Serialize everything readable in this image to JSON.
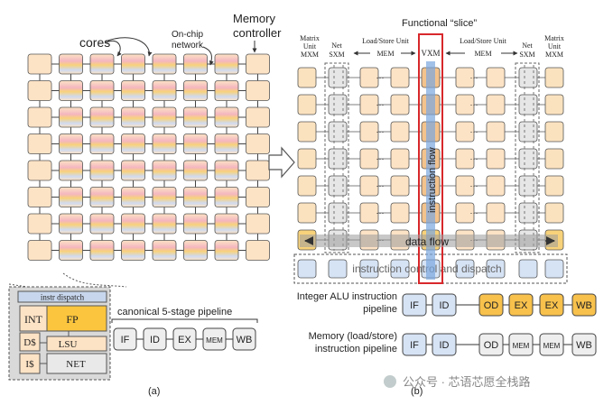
{
  "left": {
    "label_cores": "cores",
    "label_network_1": "On-chip",
    "label_network_2": "network",
    "label_memory_1": "Memory",
    "label_memory_2": "controller",
    "core_detail": {
      "header": "instr dispatch",
      "int": "INT",
      "fp": "FP",
      "dcache": "D$",
      "lsu": "LSU",
      "icache": "I$",
      "net": "NET"
    },
    "pipeline_title": "canonical 5-stage pipeline",
    "pipeline_stages": [
      "IF",
      "ID",
      "EX",
      "MEM",
      "WB"
    ],
    "caption": "(a)"
  },
  "right": {
    "slice_title": "Functional “slice”",
    "headers": {
      "mxm_left_1": "Matrix",
      "mxm_left_2": "Unit",
      "mxm_left_3": "MXM",
      "sxm_left_1": "Net",
      "sxm_left_2": "SXM",
      "mem_left_1": "Load/Store Unit",
      "mem_left_2": "MEM",
      "vxm": "VXM",
      "mem_right_1": "Load/Store Unit",
      "mem_right_2": "MEM",
      "sxm_right_1": "Net",
      "sxm_right_2": "SXM",
      "mxm_right_1": "Matrix",
      "mxm_right_2": "Unit",
      "mxm_right_3": "MXM"
    },
    "instruction_flow": "instruction flow",
    "data_flow": "data flow",
    "control_dispatch": "instruction control and dispatch",
    "alu_label_1": "Integer ALU instruction",
    "alu_label_2": "pipeline",
    "alu_stages": [
      "IF",
      "ID",
      "OD",
      "EX",
      "EX",
      "WB"
    ],
    "mem_label_1": "Memory (load/store)",
    "mem_label_2": "instruction pipeline",
    "mem_stages": [
      "IF",
      "ID",
      "OD",
      "MEM",
      "MEM",
      "WB"
    ],
    "caption": "(b)"
  },
  "watermark": "公众号 · 芯语芯愿全栈路",
  "colors": {
    "core_fill": "#fde3c5",
    "core_stroke": "#555555",
    "stripe_pink": "#f2b8c2",
    "stripe_yellow": "#f7d37a",
    "stripe_blue": "#c7d6ec",
    "stage_blue": "#d6e3f5",
    "stage_orange": "#f7c14c",
    "stage_gray": "#eeeeee",
    "slice_red": "#d8282c",
    "fp_yellow": "#fbc53d",
    "blue_stripe": "#7aa6de"
  }
}
